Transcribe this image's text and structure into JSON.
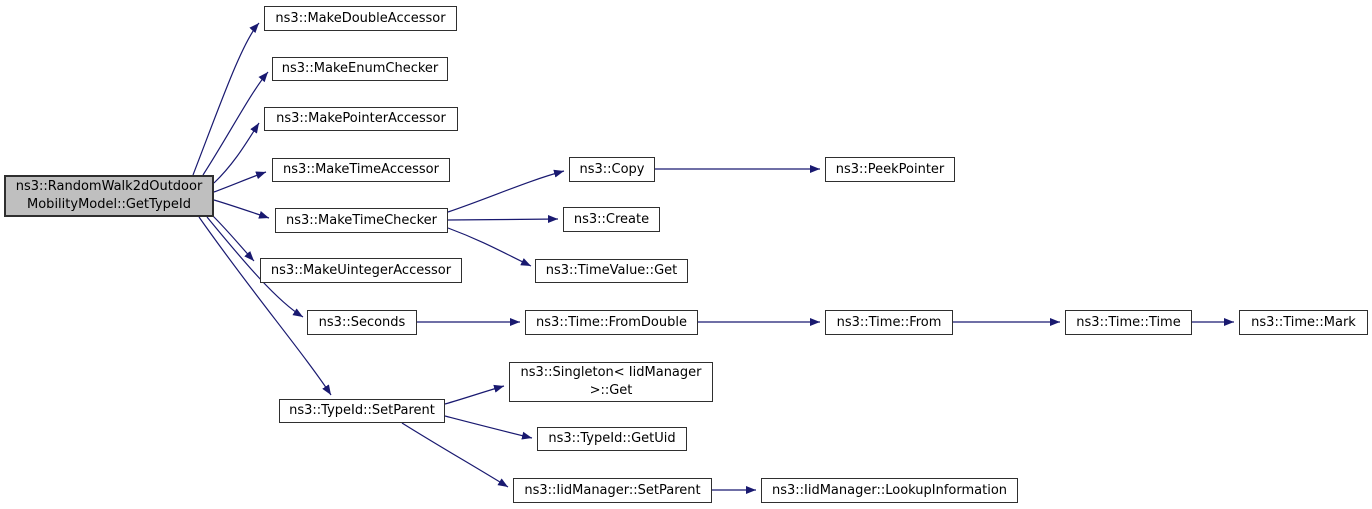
{
  "colors": {
    "edge": "#191970",
    "node_border": "#2f2f2f",
    "node_fill": "#ffffff",
    "main_node_fill": "#bfbfbf",
    "text": "#000000",
    "background": "#ffffff"
  },
  "nodes": {
    "get_type_id": {
      "label": "ns3::RandomWalk2dOutdoor\nMobilityModel::GetTypeId"
    },
    "make_double_accessor": {
      "label": "ns3::MakeDoubleAccessor"
    },
    "make_enum_checker": {
      "label": "ns3::MakeEnumChecker"
    },
    "make_pointer_accessor": {
      "label": "ns3::MakePointerAccessor"
    },
    "make_time_accessor": {
      "label": "ns3::MakeTimeAccessor"
    },
    "make_time_checker": {
      "label": "ns3::MakeTimeChecker"
    },
    "make_uinteger_accessor": {
      "label": "ns3::MakeUintegerAccessor"
    },
    "seconds": {
      "label": "ns3::Seconds"
    },
    "type_id_set_parent": {
      "label": "ns3::TypeId::SetParent"
    },
    "copy": {
      "label": "ns3::Copy"
    },
    "create": {
      "label": "ns3::Create"
    },
    "time_value_get": {
      "label": "ns3::TimeValue::Get"
    },
    "time_from_double": {
      "label": "ns3::Time::FromDouble"
    },
    "singleton_get": {
      "label": "ns3::Singleton< IidManager\n>::Get"
    },
    "type_id_get_uid": {
      "label": "ns3::TypeId::GetUid"
    },
    "iid_manager_set_parent": {
      "label": "ns3::IidManager::SetParent"
    },
    "peek_pointer": {
      "label": "ns3::PeekPointer"
    },
    "time_from": {
      "label": "ns3::Time::From"
    },
    "time_time": {
      "label": "ns3::Time::Time"
    },
    "time_mark": {
      "label": "ns3::Time::Mark"
    },
    "lookup_information": {
      "label": "ns3::IidManager::LookupInformation"
    }
  },
  "edges": [
    {
      "from": "get_type_id",
      "to": "make_double_accessor"
    },
    {
      "from": "get_type_id",
      "to": "make_enum_checker"
    },
    {
      "from": "get_type_id",
      "to": "make_pointer_accessor"
    },
    {
      "from": "get_type_id",
      "to": "make_time_accessor"
    },
    {
      "from": "get_type_id",
      "to": "make_time_checker"
    },
    {
      "from": "get_type_id",
      "to": "make_uinteger_accessor"
    },
    {
      "from": "get_type_id",
      "to": "seconds"
    },
    {
      "from": "get_type_id",
      "to": "type_id_set_parent"
    },
    {
      "from": "make_time_checker",
      "to": "copy"
    },
    {
      "from": "make_time_checker",
      "to": "create"
    },
    {
      "from": "make_time_checker",
      "to": "time_value_get"
    },
    {
      "from": "copy",
      "to": "peek_pointer"
    },
    {
      "from": "seconds",
      "to": "time_from_double"
    },
    {
      "from": "time_from_double",
      "to": "time_from"
    },
    {
      "from": "time_from",
      "to": "time_time"
    },
    {
      "from": "time_time",
      "to": "time_mark"
    },
    {
      "from": "type_id_set_parent",
      "to": "singleton_get"
    },
    {
      "from": "type_id_set_parent",
      "to": "type_id_get_uid"
    },
    {
      "from": "type_id_set_parent",
      "to": "iid_manager_set_parent"
    },
    {
      "from": "iid_manager_set_parent",
      "to": "lookup_information"
    }
  ]
}
